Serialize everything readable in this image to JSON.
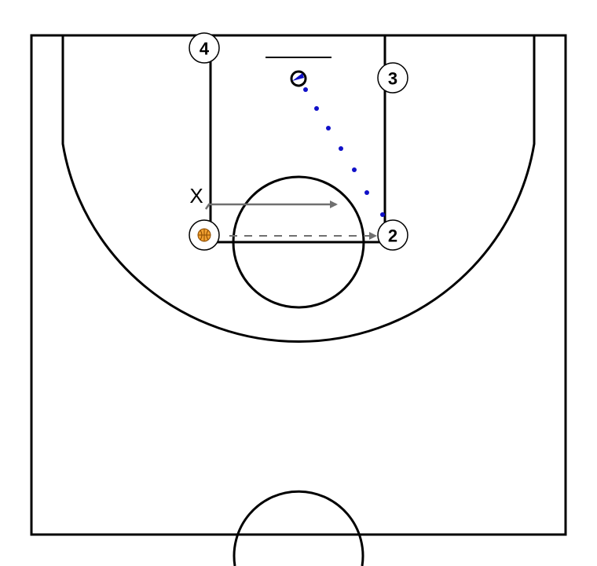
{
  "diagram": {
    "players": [
      {
        "id": "p4",
        "label": "4"
      },
      {
        "id": "p3",
        "label": "3"
      },
      {
        "id": "p2",
        "label": "2"
      },
      {
        "id": "p1",
        "label": ""
      }
    ],
    "defender": {
      "label": "X"
    },
    "actions": [
      {
        "type": "pass",
        "from": "p1",
        "to": "p2"
      },
      {
        "type": "cut",
        "from": "defender",
        "direction": "right"
      },
      {
        "type": "shot",
        "from": "p2",
        "to": "basket"
      }
    ],
    "colors": {
      "court_lines": "#000000",
      "background": "#ffffff",
      "ball": "#f0a030",
      "shot_dots": "#1010c8",
      "arrow": "#707070"
    },
    "icons": {
      "ball": "basketball-icon",
      "basket": "hoop-icon"
    }
  }
}
